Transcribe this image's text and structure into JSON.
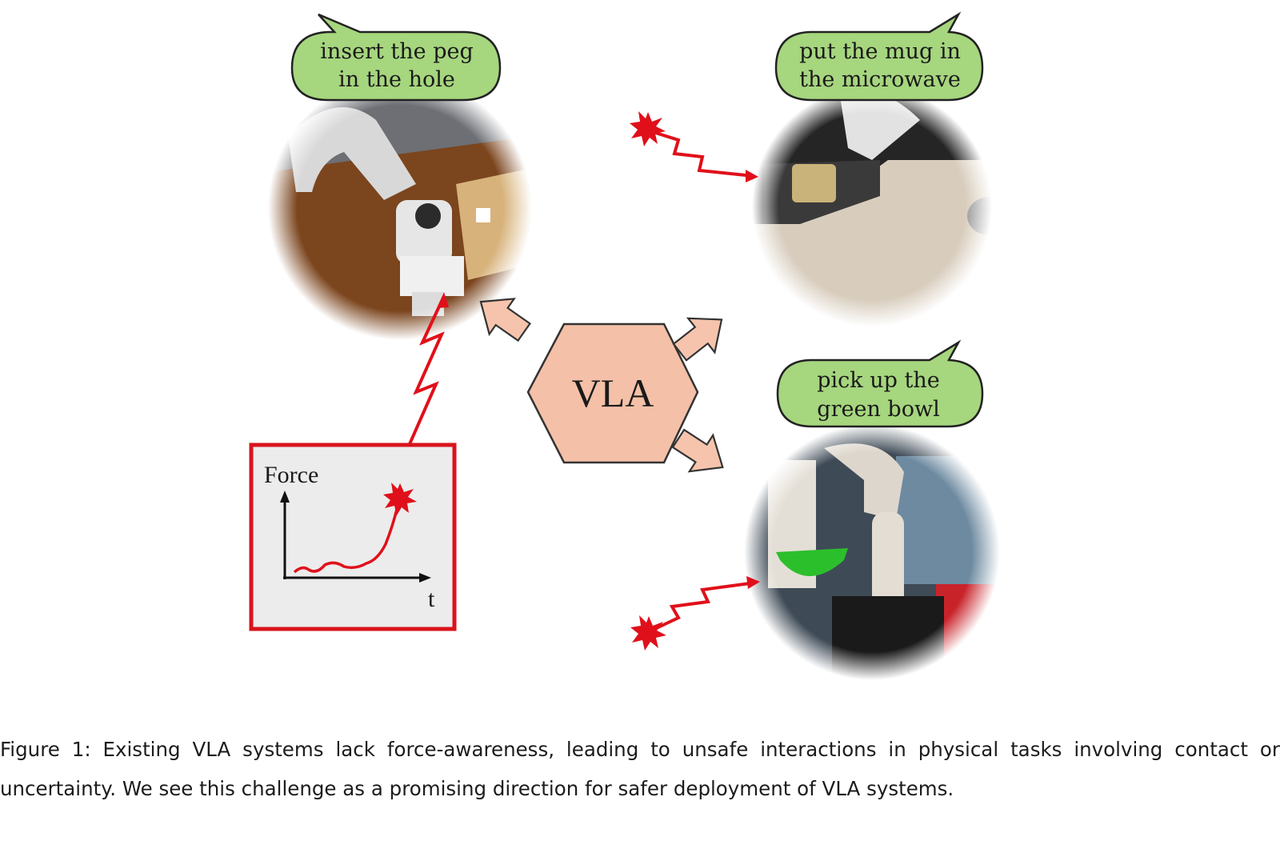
{
  "bubbles": {
    "peg": [
      "insert the peg",
      "in the hole"
    ],
    "mug": [
      "put the mug in",
      "the microwave"
    ],
    "bowl": [
      "pick up the",
      "green bowl"
    ]
  },
  "center": {
    "label": "VLA"
  },
  "force_plot": {
    "ylabel": "Force",
    "xlabel": "t"
  },
  "caption": "Figure 1: Existing VLA systems lack force-awareness, leading to unsafe interactions in physical tasks involving contact or uncertainty. We see this challenge as a promising direction for safer deployment of VLA systems.",
  "colors": {
    "bubble_fill": "#a6d67e",
    "hexagon_fill": "#f4c0a8",
    "arrow_fill": "#f6c4ad",
    "alert_red": "#e0101a",
    "plot_border": "#d9141c",
    "plot_bg": "#ececec"
  }
}
